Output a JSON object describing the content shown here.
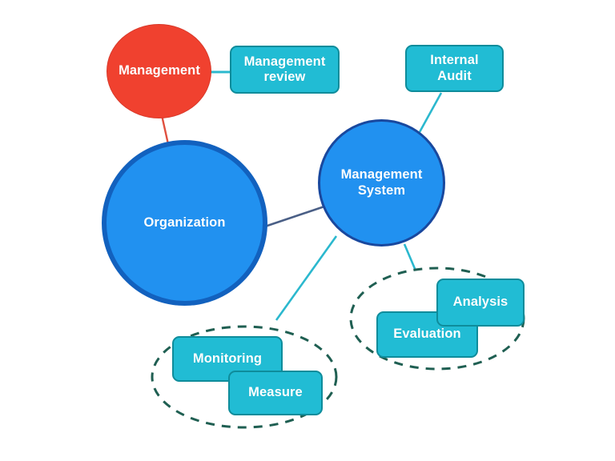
{
  "diagram": {
    "title": "Management System Diagram",
    "background_color": "#ffffff",
    "nodes": {
      "management": {
        "label": "Management",
        "shape": "circle",
        "fill_color": "#F0412F",
        "border_color": "#D8392A",
        "text_color": "#ffffff"
      },
      "management_review": {
        "label": "Management\nreview",
        "shape": "rounded-rect",
        "fill_color": "#21BCD4",
        "border_color": "#0E8C9B",
        "text_color": "#ffffff"
      },
      "internal_audit": {
        "label": "Internal\nAudit",
        "shape": "rounded-rect",
        "fill_color": "#21BCD4",
        "border_color": "#0E8C9B",
        "text_color": "#ffffff"
      },
      "organization": {
        "label": "Organization",
        "shape": "circle",
        "fill_color": "#2191F0",
        "border_color": "#1261BE",
        "text_color": "#ffffff"
      },
      "management_system": {
        "label": "Management\nSystem",
        "shape": "circle",
        "fill_color": "#2191F0",
        "border_color": "#19489E",
        "text_color": "#ffffff"
      },
      "monitoring": {
        "label": "Monitoring",
        "shape": "rounded-rect",
        "fill_color": "#21BCD4",
        "border_color": "#0E8C9B",
        "text_color": "#ffffff"
      },
      "measure": {
        "label": "Measure",
        "shape": "rounded-rect",
        "fill_color": "#21BCD4",
        "border_color": "#0E8C9B",
        "text_color": "#ffffff"
      },
      "analysis": {
        "label": "Analysis",
        "shape": "rounded-rect",
        "fill_color": "#21BCD4",
        "border_color": "#0E8C9B",
        "text_color": "#ffffff"
      },
      "evaluation": {
        "label": "Evaluation",
        "shape": "rounded-rect",
        "fill_color": "#21BCD4",
        "border_color": "#0E8C9B",
        "text_color": "#ffffff"
      }
    },
    "groups": [
      {
        "name": "monitoring-measure-group",
        "members": [
          "monitoring",
          "measure"
        ],
        "outline": "dashed-ellipse",
        "outline_color": "#1F5F52"
      },
      {
        "name": "analysis-evaluation-group",
        "members": [
          "analysis",
          "evaluation"
        ],
        "outline": "dashed-ellipse",
        "outline_color": "#1F5F52"
      }
    ],
    "edges": [
      {
        "name": "management-to-management-review",
        "from": "management",
        "to": "management_review",
        "color": "#2BB8CE"
      },
      {
        "name": "management-to-organization",
        "from": "management",
        "to": "organization",
        "color": "#E0503F"
      },
      {
        "name": "organization-to-management-system",
        "from": "organization",
        "to": "management_system",
        "color": "#4A5F86"
      },
      {
        "name": "internal-audit-to-management-system",
        "from": "internal_audit",
        "to": "management_system",
        "color": "#2BB8CE"
      },
      {
        "name": "management-system-to-monitoring-group",
        "from": "management_system",
        "to": "monitoring-measure-group",
        "color": "#2BB8CE"
      },
      {
        "name": "management-system-to-analysis-group",
        "from": "management_system",
        "to": "analysis-evaluation-group",
        "color": "#2BB8CE"
      }
    ]
  }
}
